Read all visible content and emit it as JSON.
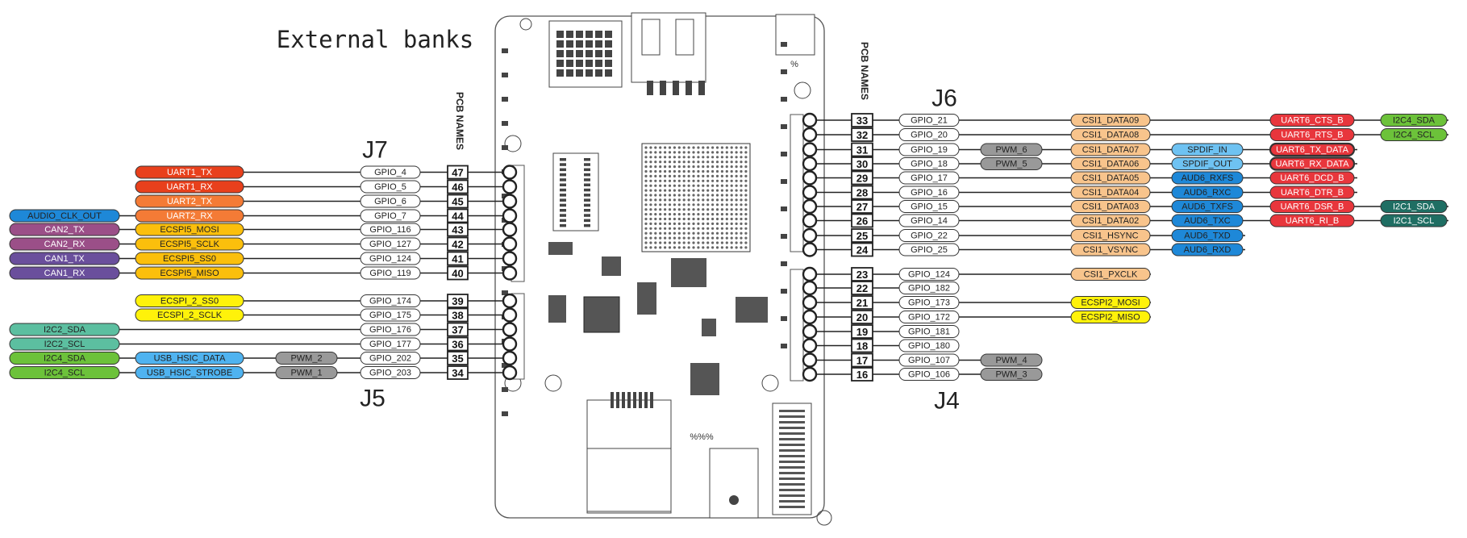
{
  "title": "External banks",
  "pcb_names_label": "PCB NAMES",
  "connectors": {
    "J7": "J7",
    "J5": "J5",
    "J6": "J6",
    "J4": "J4"
  },
  "colors": {
    "uart_red_dark": "#e8401c",
    "uart_orange": "#f47b36",
    "ecspi_yellow": "#fbbf0c",
    "ecspi_bright_yellow": "#fff20a",
    "can_purple": "#9b4f88",
    "can_violet": "#6a4f9c",
    "audio_blue": "#1e88d8",
    "i2c_teal": "#5cbfa0",
    "i2c_green": "#6cc23a",
    "usb_lightblue": "#4fb3f0",
    "pwm_gray": "#999999",
    "gpio_white": "#ffffff",
    "csi_peach": "#f8c48c",
    "spdif_lightblue": "#6ec2f2",
    "aud_blue": "#1e88d8",
    "uart6_red": "#e8363c",
    "i2c1_darkteal": "#1f6e63"
  },
  "left_rows": [
    {
      "pin": "47",
      "gpio": "GPIO_4",
      "f1": "UART1_TX",
      "f1c": "#e8401c",
      "f1t": "#fff"
    },
    {
      "pin": "46",
      "gpio": "GPIO_5",
      "f1": "UART1_RX",
      "f1c": "#e8401c",
      "f1t": "#fff"
    },
    {
      "pin": "45",
      "gpio": "GPIO_6",
      "f1": "UART2_TX",
      "f1c": "#f47b36",
      "f1t": "#fff"
    },
    {
      "pin": "44",
      "gpio": "GPIO_7",
      "f1": "UART2_RX",
      "f1c": "#f47b36",
      "f1t": "#fff",
      "f3": "AUDIO_CLK_OUT",
      "f3c": "#1e88d8",
      "f3t": "#222"
    },
    {
      "pin": "43",
      "gpio": "GPIO_116",
      "f1": "ECSPI5_MOSI",
      "f1c": "#fbbf0c",
      "f1t": "#222",
      "f3": "CAN2_TX",
      "f3c": "#9b4f88",
      "f3t": "#fff"
    },
    {
      "pin": "42",
      "gpio": "GPIO_127",
      "f1": "ECSPI5_SCLK",
      "f1c": "#fbbf0c",
      "f1t": "#222",
      "f3": "CAN2_RX",
      "f3c": "#9b4f88",
      "f3t": "#fff"
    },
    {
      "pin": "41",
      "gpio": "GPIO_124",
      "f1": "ECSPI5_SS0",
      "f1c": "#fbbf0c",
      "f1t": "#222",
      "f3": "CAN1_TX",
      "f3c": "#6a4f9c",
      "f3t": "#fff"
    },
    {
      "pin": "40",
      "gpio": "GPIO_119",
      "f1": "ECSPI5_MISO",
      "f1c": "#fbbf0c",
      "f1t": "#222",
      "f3": "CAN1_RX",
      "f3c": "#6a4f9c",
      "f3t": "#fff"
    },
    {
      "pin": "39",
      "gpio": "GPIO_174",
      "f1": "ECSPI_2_SS0",
      "f1c": "#fff20a",
      "f1t": "#222"
    },
    {
      "pin": "38",
      "gpio": "GPIO_175",
      "f1": "ECSPI_2_SCLK",
      "f1c": "#fff20a",
      "f1t": "#222"
    },
    {
      "pin": "37",
      "gpio": "GPIO_176",
      "f3": "I2C2_SDA",
      "f3c": "#5cbfa0",
      "f3t": "#222"
    },
    {
      "pin": "36",
      "gpio": "GPIO_177",
      "f3": "I2C2_SCL",
      "f3c": "#5cbfa0",
      "f3t": "#222"
    },
    {
      "pin": "35",
      "gpio": "GPIO_202",
      "f0": "PWM_2",
      "f0c": "#999999",
      "f0t": "#222",
      "f1": "USB_HSIC_DATA",
      "f1c": "#4fb3f0",
      "f1t": "#222",
      "f3": "I2C4_SDA",
      "f3c": "#6cc23a",
      "f3t": "#222"
    },
    {
      "pin": "34",
      "gpio": "GPIO_203",
      "f0": "PWM_1",
      "f0c": "#999999",
      "f0t": "#222",
      "f1": "USB_HSIC_STROBE",
      "f1c": "#4fb3f0",
      "f1t": "#222",
      "f3": "I2C4_SCL",
      "f3c": "#6cc23a",
      "f3t": "#222"
    }
  ],
  "right_rows": [
    {
      "pin": "33",
      "gpio": "GPIO_21",
      "csi": "CSI1_DATA09",
      "uart": "UART6_CTS_B",
      "i2c": "I2C4_SDA",
      "i2cc": "#6cc23a",
      "i2ct": "#222"
    },
    {
      "pin": "32",
      "gpio": "GPIO_20",
      "csi": "CSI1_DATA08",
      "uart": "UART6_RTS_B",
      "i2c": "I2C4_SCL",
      "i2cc": "#6cc23a",
      "i2ct": "#222"
    },
    {
      "pin": "31",
      "gpio": "GPIO_19",
      "pwm": "PWM_6",
      "csi": "CSI1_DATA07",
      "aud": "SPDIF_IN",
      "audc": "#6ec2f2",
      "uart": "UART6_TX_DATA",
      "uartb": true
    },
    {
      "pin": "30",
      "gpio": "GPIO_18",
      "pwm": "PWM_5",
      "csi": "CSI1_DATA06",
      "aud": "SPDIF_OUT",
      "audc": "#6ec2f2",
      "uart": "UART6_RX_DATA",
      "uartb": true
    },
    {
      "pin": "29",
      "gpio": "GPIO_17",
      "csi": "CSI1_DATA05",
      "aud": "AUD6_RXFS",
      "audc": "#1e88d8",
      "uart": "UART6_DCD_B"
    },
    {
      "pin": "28",
      "gpio": "GPIO_16",
      "csi": "CSI1_DATA04",
      "aud": "AUD6_RXC",
      "audc": "#1e88d8",
      "uart": "UART6_DTR_B"
    },
    {
      "pin": "27",
      "gpio": "GPIO_15",
      "csi": "CSI1_DATA03",
      "aud": "AUD6_TXFS",
      "audc": "#1e88d8",
      "uart": "UART6_DSR_B",
      "i2c": "I2C1_SDA",
      "i2cc": "#1f6e63",
      "i2ct": "#fff"
    },
    {
      "pin": "26",
      "gpio": "GPIO_14",
      "csi": "CSI1_DATA02",
      "aud": "AUD6_TXC",
      "audc": "#1e88d8",
      "uart": "UART6_RI_B",
      "i2c": "I2C1_SCL",
      "i2cc": "#1f6e63",
      "i2ct": "#fff"
    },
    {
      "pin": "25",
      "gpio": "GPIO_22",
      "csi": "CSI1_HSYNC",
      "aud": "AUD6_TXD",
      "audc": "#1e88d8"
    },
    {
      "pin": "24",
      "gpio": "GPIO_25",
      "csi": "CSI1_VSYNC",
      "aud": "AUD6_RXD",
      "audc": "#1e88d8"
    },
    {
      "pin": "23",
      "gpio": "GPIO_124",
      "csi": "CSI1_PXCLK"
    },
    {
      "pin": "22",
      "gpio": "GPIO_182"
    },
    {
      "pin": "21",
      "gpio": "GPIO_173",
      "ecspi": "ECSPI2_MOSI"
    },
    {
      "pin": "20",
      "gpio": "GPIO_172",
      "ecspi": "ECSPI2_MISO"
    },
    {
      "pin": "19",
      "gpio": "GPIO_181"
    },
    {
      "pin": "18",
      "gpio": "GPIO_180"
    },
    {
      "pin": "17",
      "gpio": "GPIO_107",
      "pwm": "PWM_4"
    },
    {
      "pin": "16",
      "gpio": "GPIO_106",
      "pwm": "PWM_3"
    }
  ],
  "board_marks": [
    "%",
    "%%%"
  ]
}
